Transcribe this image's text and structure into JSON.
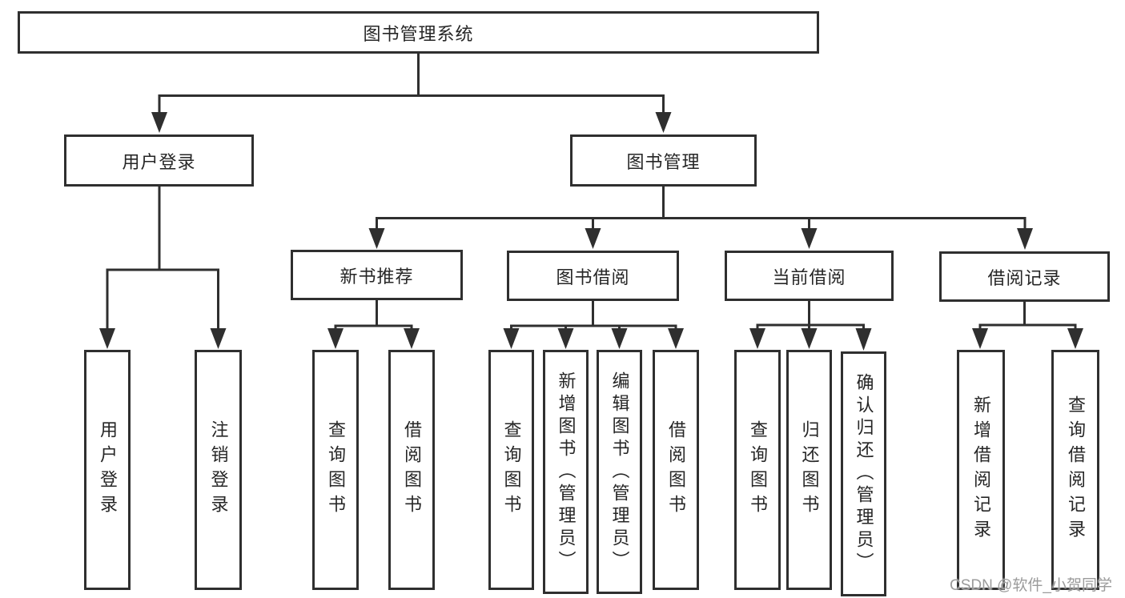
{
  "diagram": {
    "root": {
      "label": "图书管理系统"
    },
    "level2": {
      "user_login": {
        "label": "用户登录"
      },
      "book_management": {
        "label": "图书管理"
      }
    },
    "level3": {
      "new_book_recommend": {
        "label": "新书推荐"
      },
      "book_borrow": {
        "label": "图书借阅"
      },
      "current_borrow": {
        "label": "当前借阅"
      },
      "borrow_record": {
        "label": "借阅记录"
      }
    },
    "leaves": {
      "user_login_children": {
        "login": {
          "label": "用户登录"
        },
        "logout": {
          "label": "注销登录"
        }
      },
      "new_book_children": {
        "query_book": {
          "label": "查询图书"
        },
        "borrow_book": {
          "label": "借阅图书"
        }
      },
      "book_borrow_children": {
        "query_book": {
          "label": "查询图书"
        },
        "add_book_admin": {
          "label": "新增图书（管理员）"
        },
        "edit_book_admin": {
          "label": "编辑图书（管理员）"
        },
        "borrow_book": {
          "label": "借阅图书"
        }
      },
      "current_borrow_children": {
        "query_book": {
          "label": "查询图书"
        },
        "return_book": {
          "label": "归还图书"
        },
        "confirm_return_admin": {
          "label": "确认归还（管理员）"
        }
      },
      "borrow_record_children": {
        "add_record": {
          "label": "新增借阅记录"
        },
        "query_record": {
          "label": "查询借阅记录"
        }
      }
    }
  },
  "watermark": {
    "text": "CSDN @软件_小贺同学"
  },
  "colors": {
    "line": "#2f2f2f",
    "text": "#262626",
    "watermark": "#9b9b9b",
    "background": "#ffffff"
  }
}
